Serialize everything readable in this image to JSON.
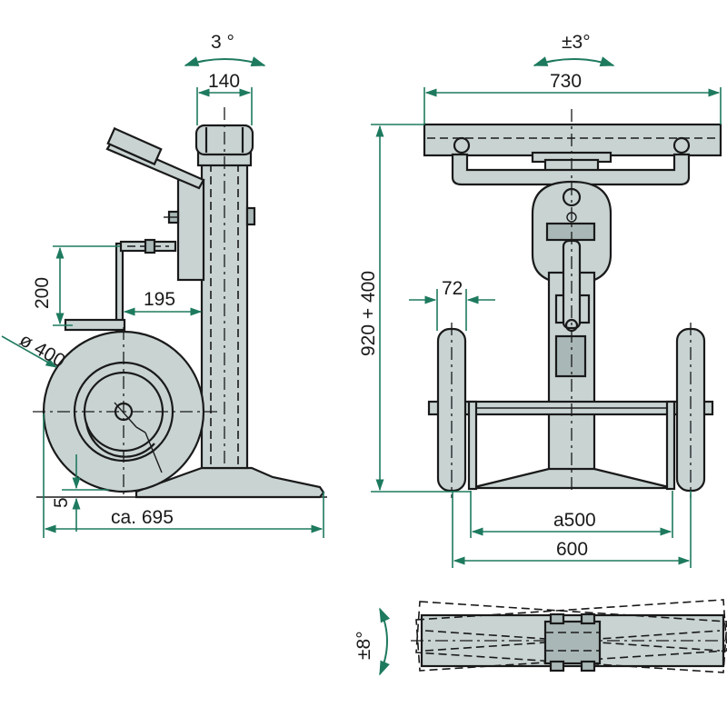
{
  "colors": {
    "dimension_line": "#1e7a5e",
    "part_fill": "#c8d3d2",
    "part_fill_dark": "#a9b8b7",
    "outline": "#1a1a1a",
    "background": "#ffffff"
  },
  "side_view": {
    "tilt_label": "3 °",
    "column_width_label": "140",
    "crank_height_label": "200",
    "crank_offset_label": "195",
    "wheel_diameter_label": "ø 400",
    "ground_clearance_label": "5",
    "overall_length_label": "ca. 695"
  },
  "front_view": {
    "tilt_label": "±3°",
    "plate_width_label": "730",
    "height_label": "920 + 400",
    "wheel_width_label": "72",
    "base_width_label": "a500",
    "track_width_label": "600"
  },
  "top_view": {
    "swivel_label": "±8°"
  }
}
